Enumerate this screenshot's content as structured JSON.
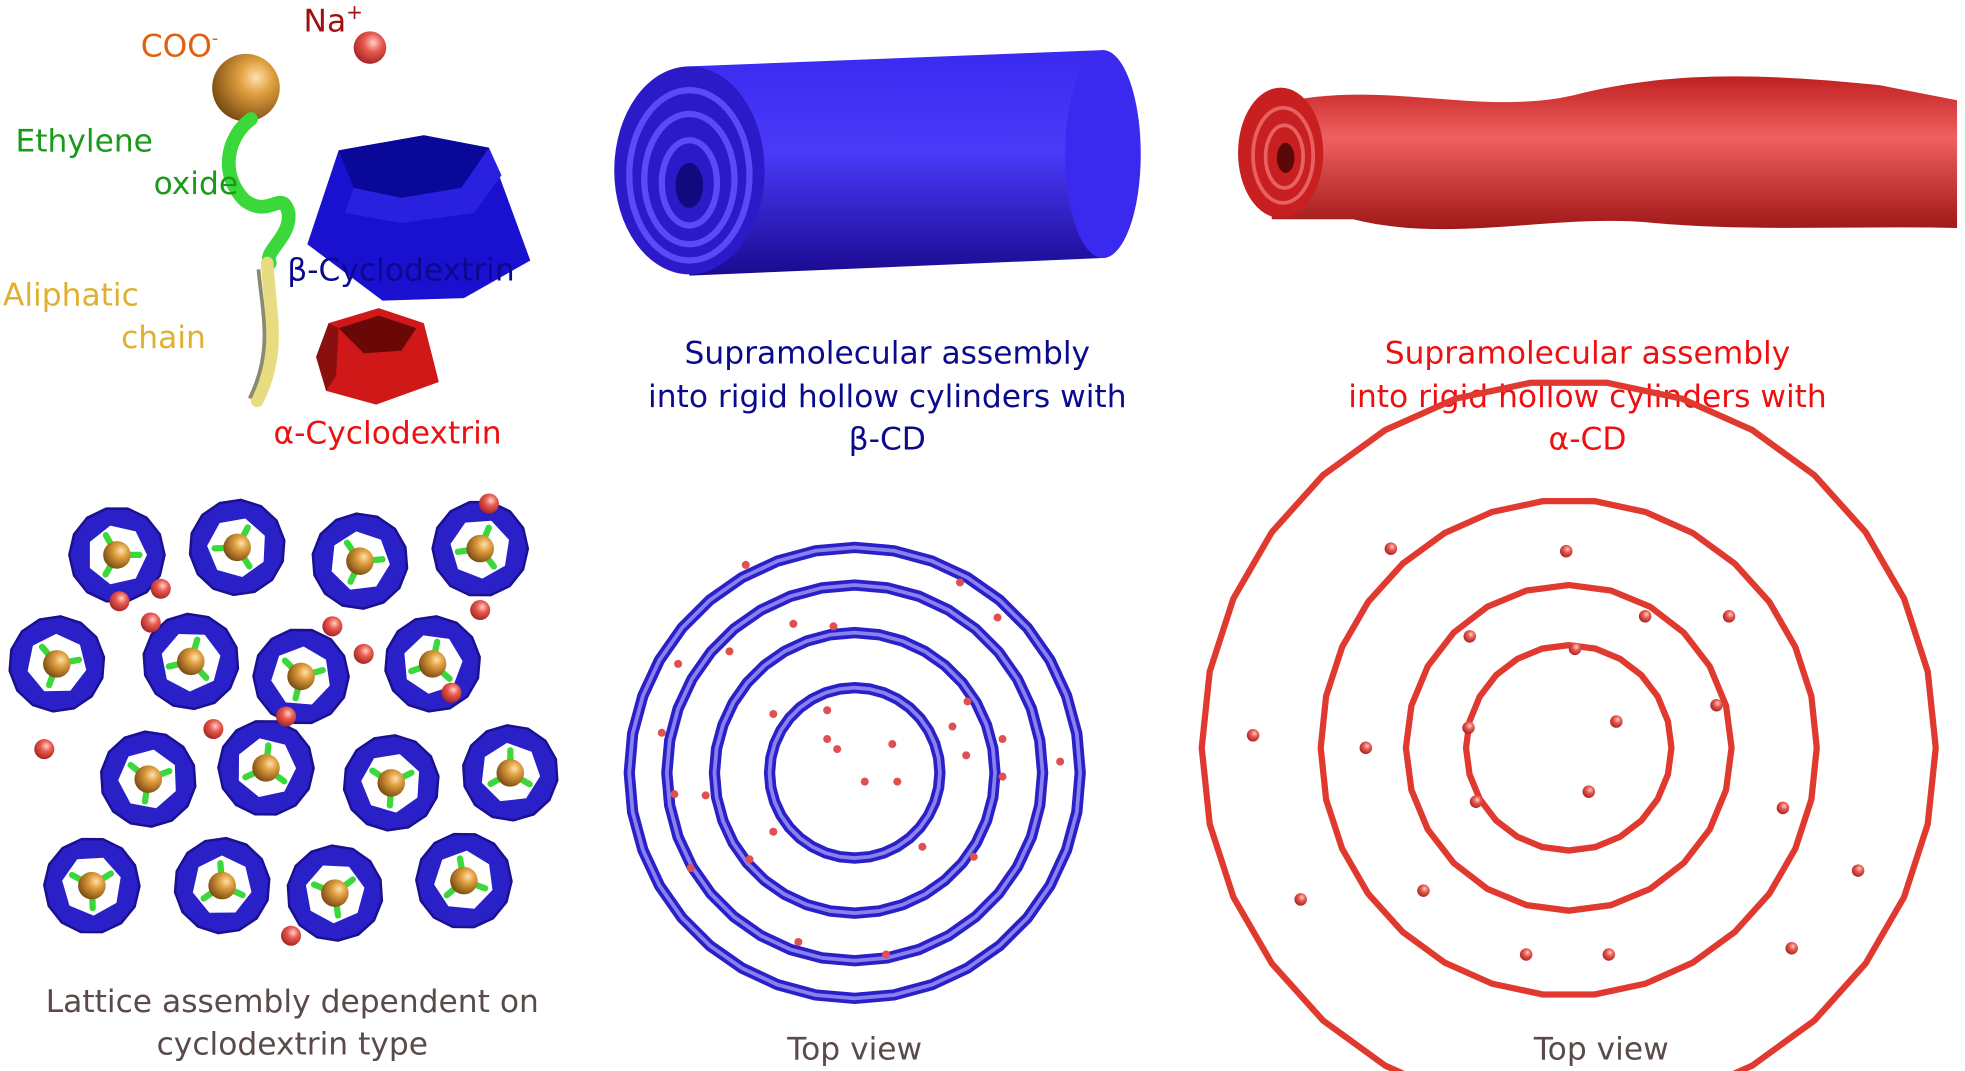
{
  "legend": {
    "coo": "COO",
    "coo_sup": "-",
    "na": "Na",
    "na_sup": "+",
    "ethylene_1": "Ethylene",
    "ethylene_2": "oxide",
    "aliphatic_1": "Aliphatic",
    "aliphatic_2": "chain",
    "beta_cd": "β-Cyclodextrin",
    "alpha_cd": "α-Cyclodextrin"
  },
  "beta_panel": {
    "line1": "Supramolecular assembly",
    "line2": "into rigid hollow cylinders with",
    "line3": "β-CD",
    "top_view": "Top view"
  },
  "alpha_panel": {
    "line1": "Supramolecular assembly",
    "line2": "into rigid hollow cylinders with",
    "line3": "α-CD",
    "top_view": "Top view"
  },
  "lattice": {
    "line1": "Lattice assembly dependent on",
    "line2": "cyclodextrin type"
  },
  "colors": {
    "coo": "#e06010",
    "na": "#a01010",
    "ethylene": "#1a9a1a",
    "aliphatic": "#e0b030",
    "beta": "#0a0a8c",
    "beta_fill": "#2a1ad0",
    "alpha": "#ee1010",
    "caption": "#5a4a4a"
  }
}
